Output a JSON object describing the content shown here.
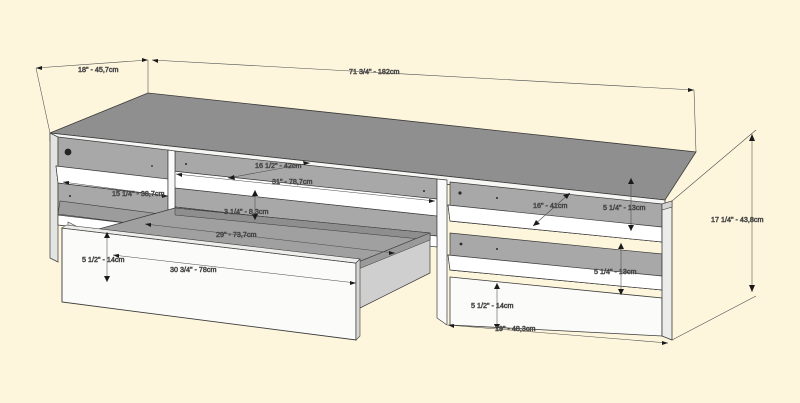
{
  "drawing": {
    "title": "TV Stand Assembly Dimension Drawing",
    "background_color": "#fdf6dd",
    "line_color": "#3a3a3a",
    "panel_top_color": "#8f8f8f",
    "panel_interior_color": "#a8a8a8",
    "panel_shelf_color": "#9c9c9c",
    "panel_face_color": "#fbfbfa",
    "panel_edge_color": "#ffffff"
  },
  "dimensions": {
    "depth_top_left": "18\" - 45,7cm",
    "width_overall": "71 3/4\" - 182cm",
    "center_shelf_depth": "16 1/2\" - 42cm",
    "center_shelf_width": "31\" - 78,7cm",
    "left_shelf_depth": "15 1/4\" - 38,7cm",
    "drawer_gap_height": "3 1/4\" - 8,3cm",
    "drawer_inner_width": "29\" - 73,7cm",
    "drawer_front_height_left": "5 1/2\" - 14cm",
    "drawer_front_width": "30 3/4\" - 78cm",
    "right_shelf_depth": "16\" - 41cm",
    "right_shelf_gap_upper": "5 1/4\" - 13cm",
    "right_shelf_gap_lower": "5 1/4\" - 13cm",
    "right_base_height": "5 1/2\" - 14cm",
    "right_compartment_width": "19\" - 48,3cm",
    "overall_height": "17 1/4\" - 43,8cm"
  }
}
